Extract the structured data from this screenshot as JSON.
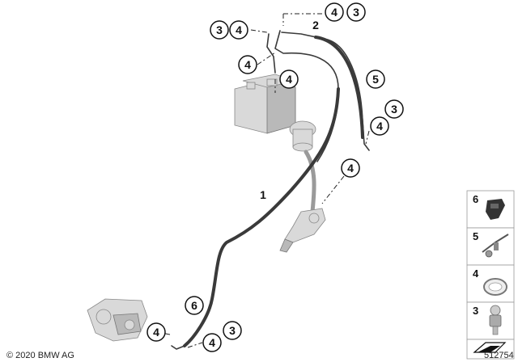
{
  "callouts": {
    "c1_3": "3",
    "c1_4": "4",
    "c2_4": "4",
    "c2_3": "3",
    "c3_4": "4",
    "c4_4": "4",
    "c5_5": "5",
    "c6_3": "3",
    "c7_4": "4",
    "c8_4": "4",
    "c9_6": "6",
    "c10_4": "4",
    "c11_4": "4",
    "c11_3": "3"
  },
  "labels": {
    "hose_1": "1",
    "hose_2": "2"
  },
  "legend": {
    "items": [
      {
        "num": "6",
        "icon": "clip-icon"
      },
      {
        "num": "5",
        "icon": "bracket-icon"
      },
      {
        "num": "4",
        "icon": "seal-ring-icon"
      },
      {
        "num": "3",
        "icon": "banjo-bolt-icon"
      }
    ],
    "arrow_icon": "arrow-box-icon"
  },
  "footer": {
    "copyright": "© 2020 BMW AG",
    "diagram_id": "512754"
  }
}
